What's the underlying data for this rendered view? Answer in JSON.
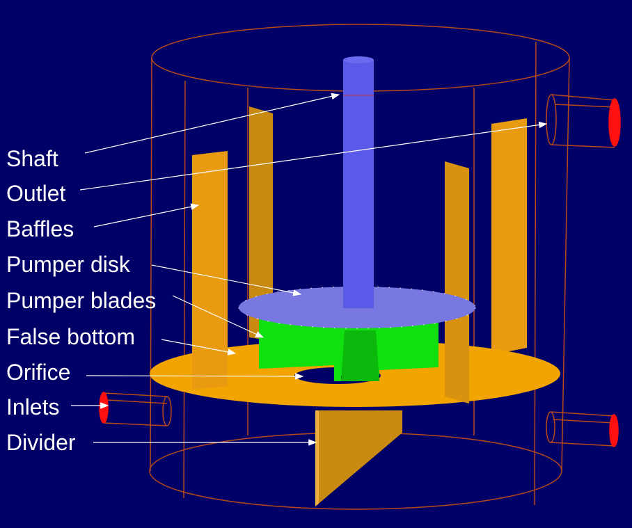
{
  "labels": {
    "shaft": "Shaft",
    "outlet": "Outlet",
    "baffles": "Baffles",
    "pumper_disk": "Pumper disk",
    "pumper_blades": "Pumper blades",
    "false_bottom": "False bottom",
    "orifice": "Orifice",
    "inlets": "Inlets",
    "divider": "Divider"
  },
  "colors": {
    "background": "#000066",
    "tank_outline": "#b84a1a",
    "shaft": "#5a5ae8",
    "disk": "#7878e0",
    "blades": "#10e010",
    "baffle": "#e89a10",
    "false_bottom": "#f2a400",
    "inlet_cap": "#ff1010"
  }
}
